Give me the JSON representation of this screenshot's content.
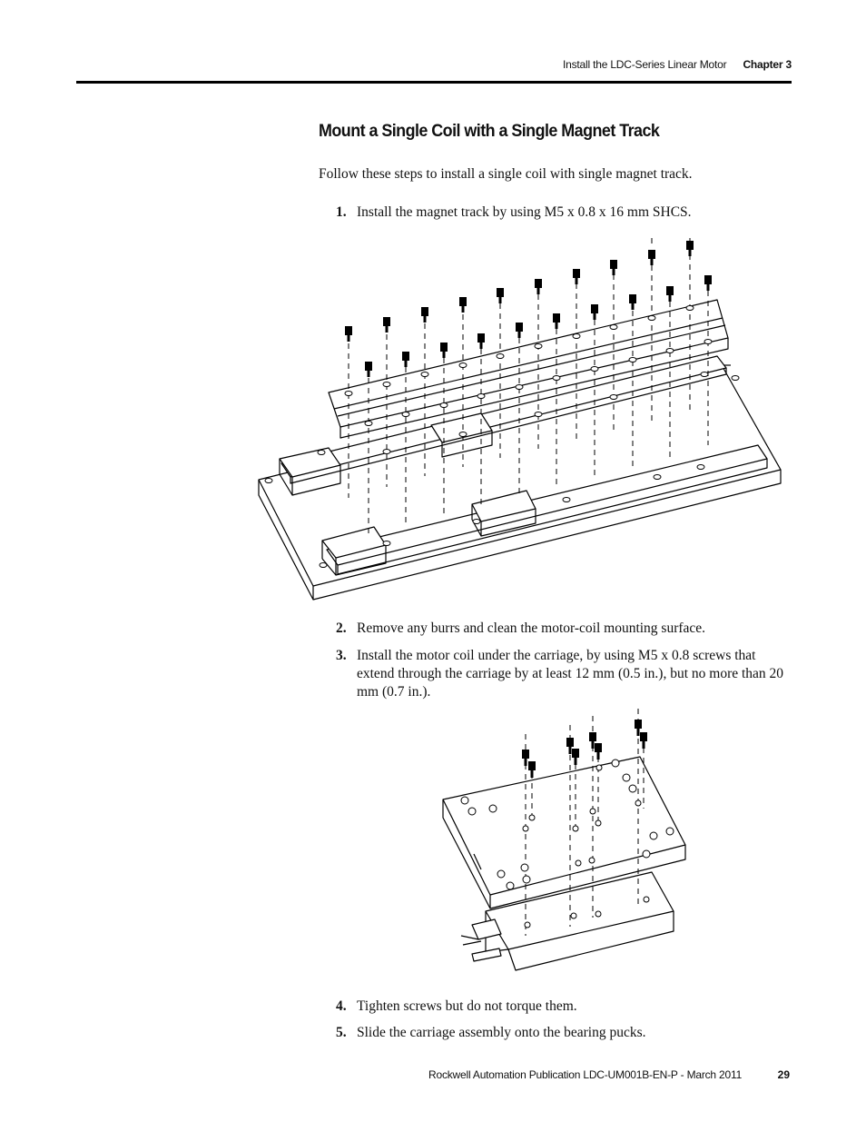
{
  "header": {
    "section_title": "Install the LDC-Series Linear Motor",
    "chapter": "Chapter 3"
  },
  "section": {
    "title": "Mount a Single Coil with a Single Magnet Track",
    "intro": "Follow these steps to install a single coil with single magnet track."
  },
  "steps": [
    {
      "number": "1.",
      "text": "Install the magnet track by using M5 x 0.8 x 16 mm SHCS."
    },
    {
      "number": "2.",
      "text": "Remove any burrs and clean the motor-coil mounting surface."
    },
    {
      "number": "3.",
      "text": "Install the motor coil under the carriage, by using M5 x 0.8 screws that extend through the carriage by at least 12 mm (0.5 in.), but no more than 20 mm (0.7 in.)."
    },
    {
      "number": "4.",
      "text": "Tighten screws but do not torque them."
    },
    {
      "number": "5.",
      "text": "Slide the carriage assembly onto the bearing pucks."
    }
  ],
  "footer": {
    "publication": "Rockwell Automation Publication LDC-UM001B-EN-P - March 2011",
    "page_number": "29"
  }
}
